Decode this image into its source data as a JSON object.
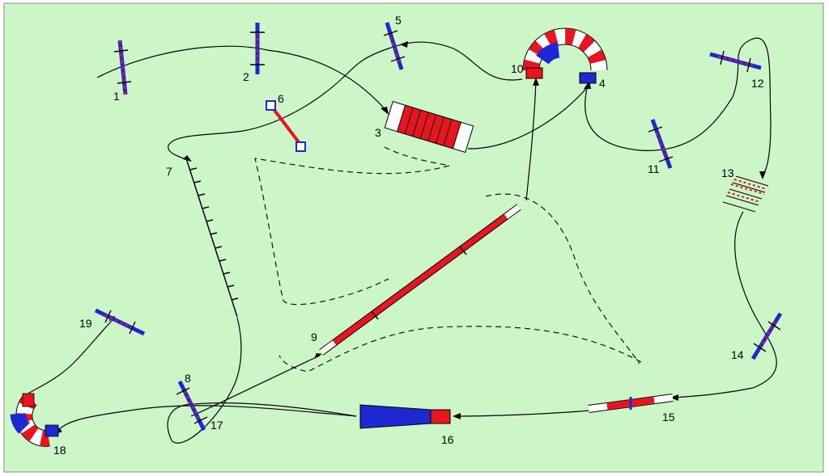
{
  "colors": {
    "field": "#ccf5c8",
    "border": "#8a8a8a",
    "path": "#000000",
    "red": "#e8141e",
    "blue": "#1e28d2",
    "white": "#ffffff"
  },
  "obstacles": [
    {
      "number": "1",
      "type": "jump"
    },
    {
      "number": "2",
      "type": "jump"
    },
    {
      "number": "3",
      "type": "tire-tunnel"
    },
    {
      "number": "4",
      "type": "tunnel"
    },
    {
      "number": "5",
      "type": "jump"
    },
    {
      "number": "6",
      "type": "tire"
    },
    {
      "number": "7",
      "type": "weave-poles"
    },
    {
      "number": "8",
      "type": "jump"
    },
    {
      "number": "9",
      "type": "dog-walk"
    },
    {
      "number": "10",
      "type": "tunnel"
    },
    {
      "number": "11",
      "type": "jump"
    },
    {
      "number": "12",
      "type": "jump"
    },
    {
      "number": "13",
      "type": "long-jump"
    },
    {
      "number": "14",
      "type": "jump"
    },
    {
      "number": "15",
      "type": "see-saw"
    },
    {
      "number": "16",
      "type": "collapsed-tunnel"
    },
    {
      "number": "17",
      "type": "jump"
    },
    {
      "number": "18",
      "type": "tunnel"
    },
    {
      "number": "19",
      "type": "jump"
    }
  ]
}
